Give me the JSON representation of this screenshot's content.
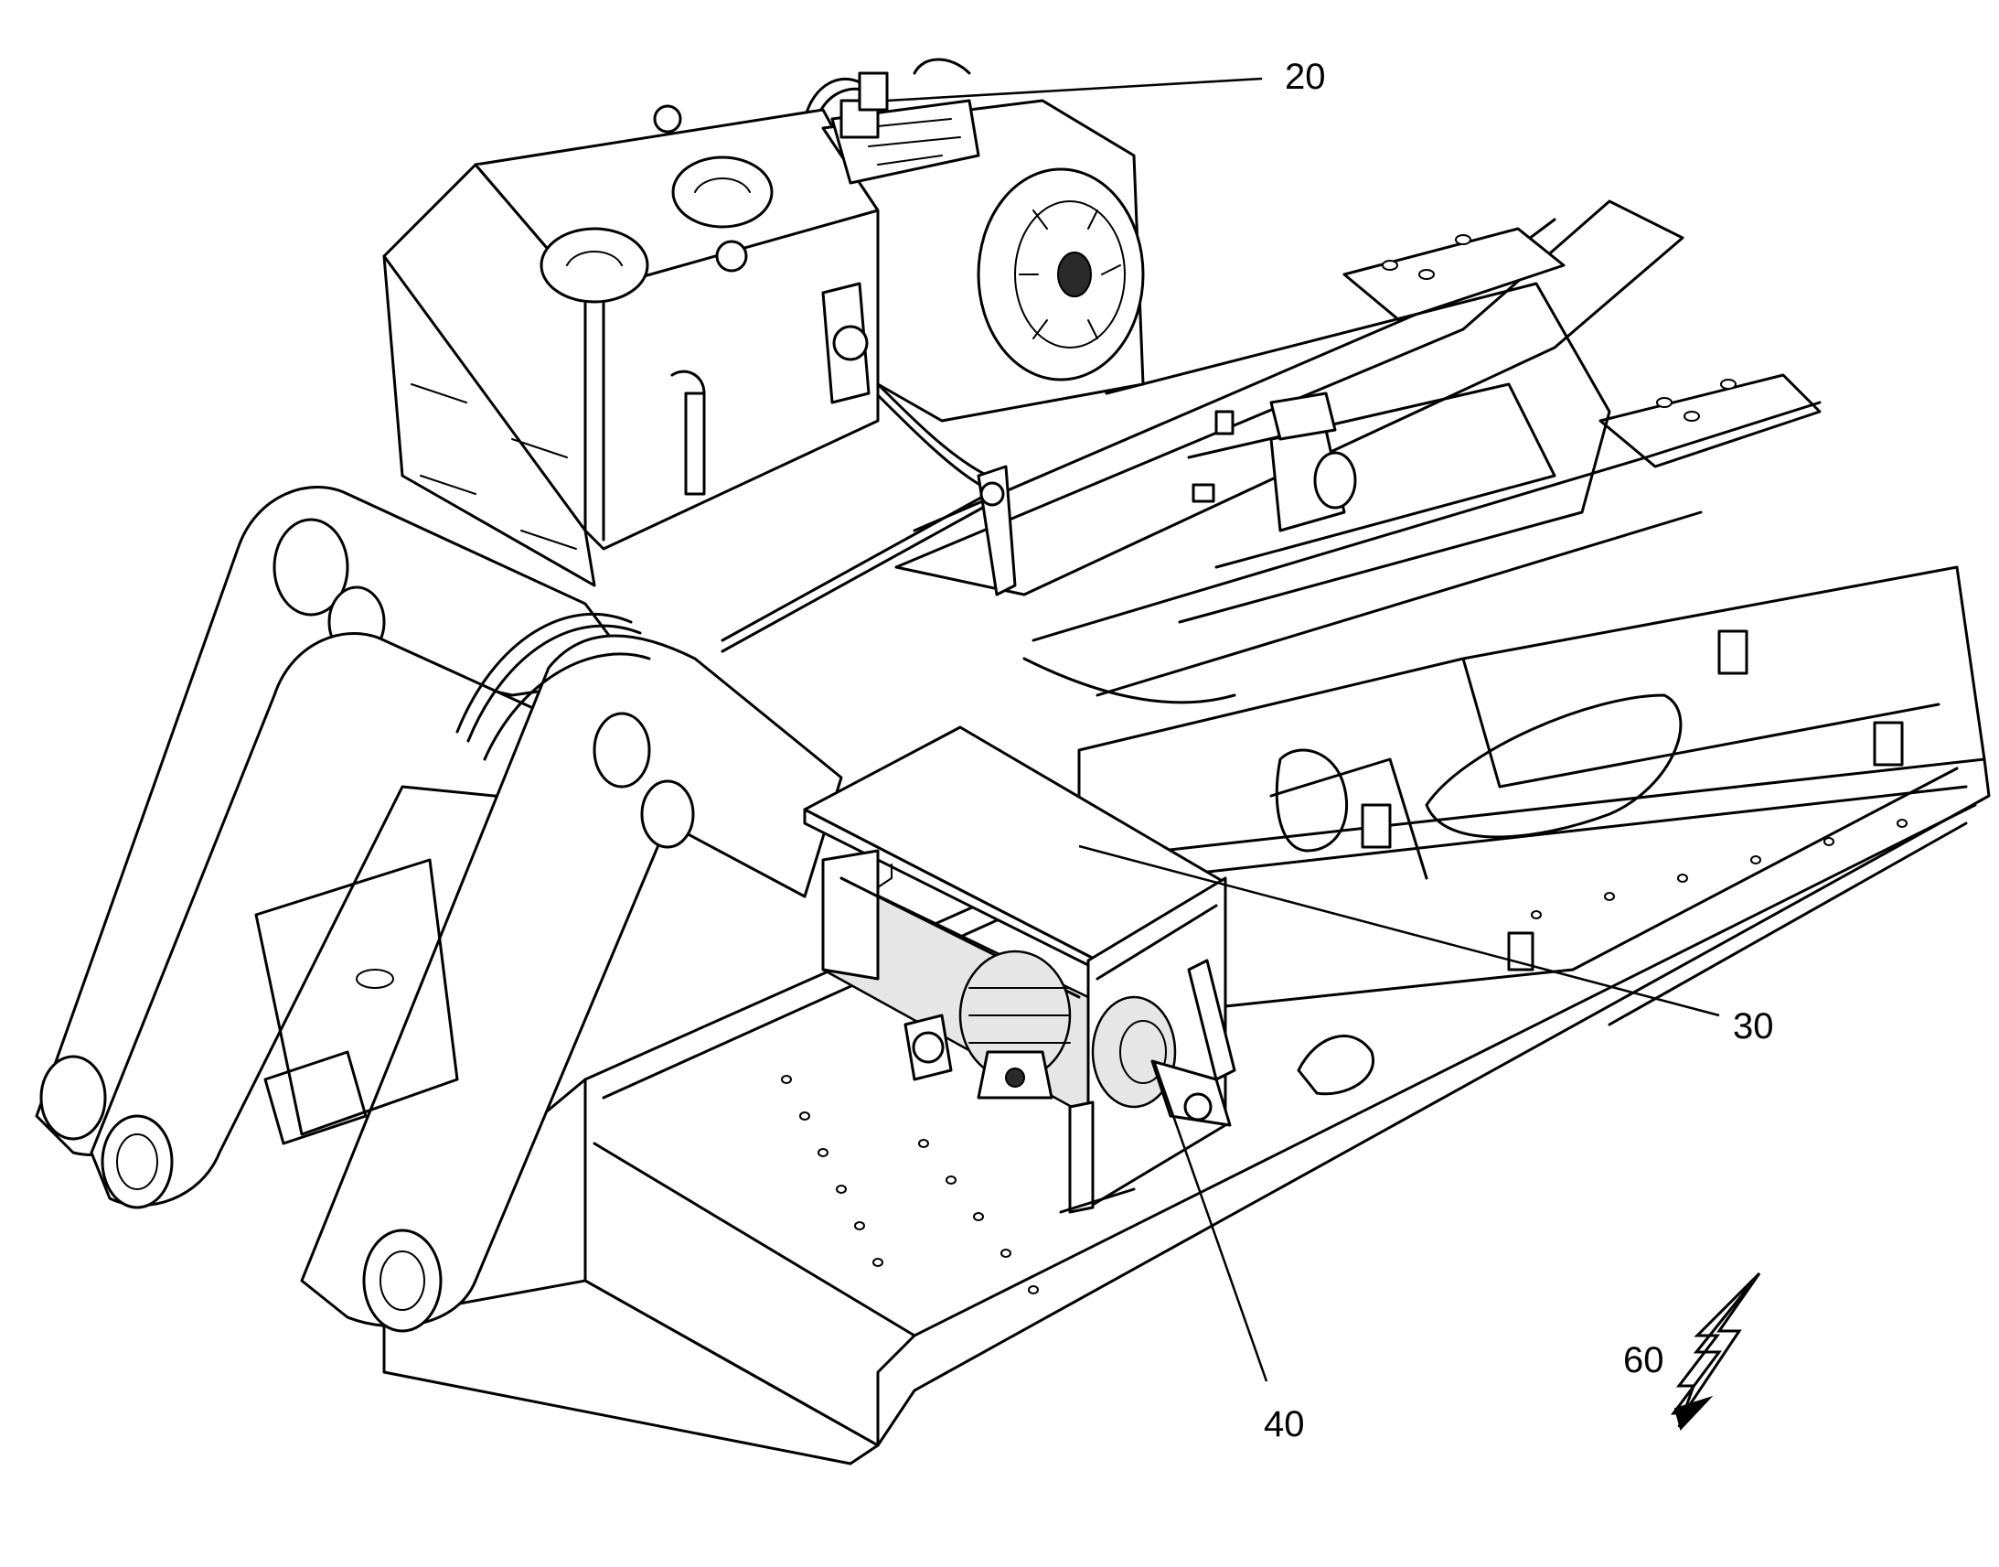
{
  "figure": {
    "background_color": "#ffffff",
    "line_color": "#000000"
  },
  "callouts": [
    {
      "id": "20",
      "label": "20"
    },
    {
      "id": "30",
      "label": "30"
    },
    {
      "id": "40",
      "label": "40"
    },
    {
      "id": "60",
      "label": "60"
    }
  ],
  "symbols": {
    "power_symbol_icon": "lightning-bolt-arrow-icon"
  }
}
